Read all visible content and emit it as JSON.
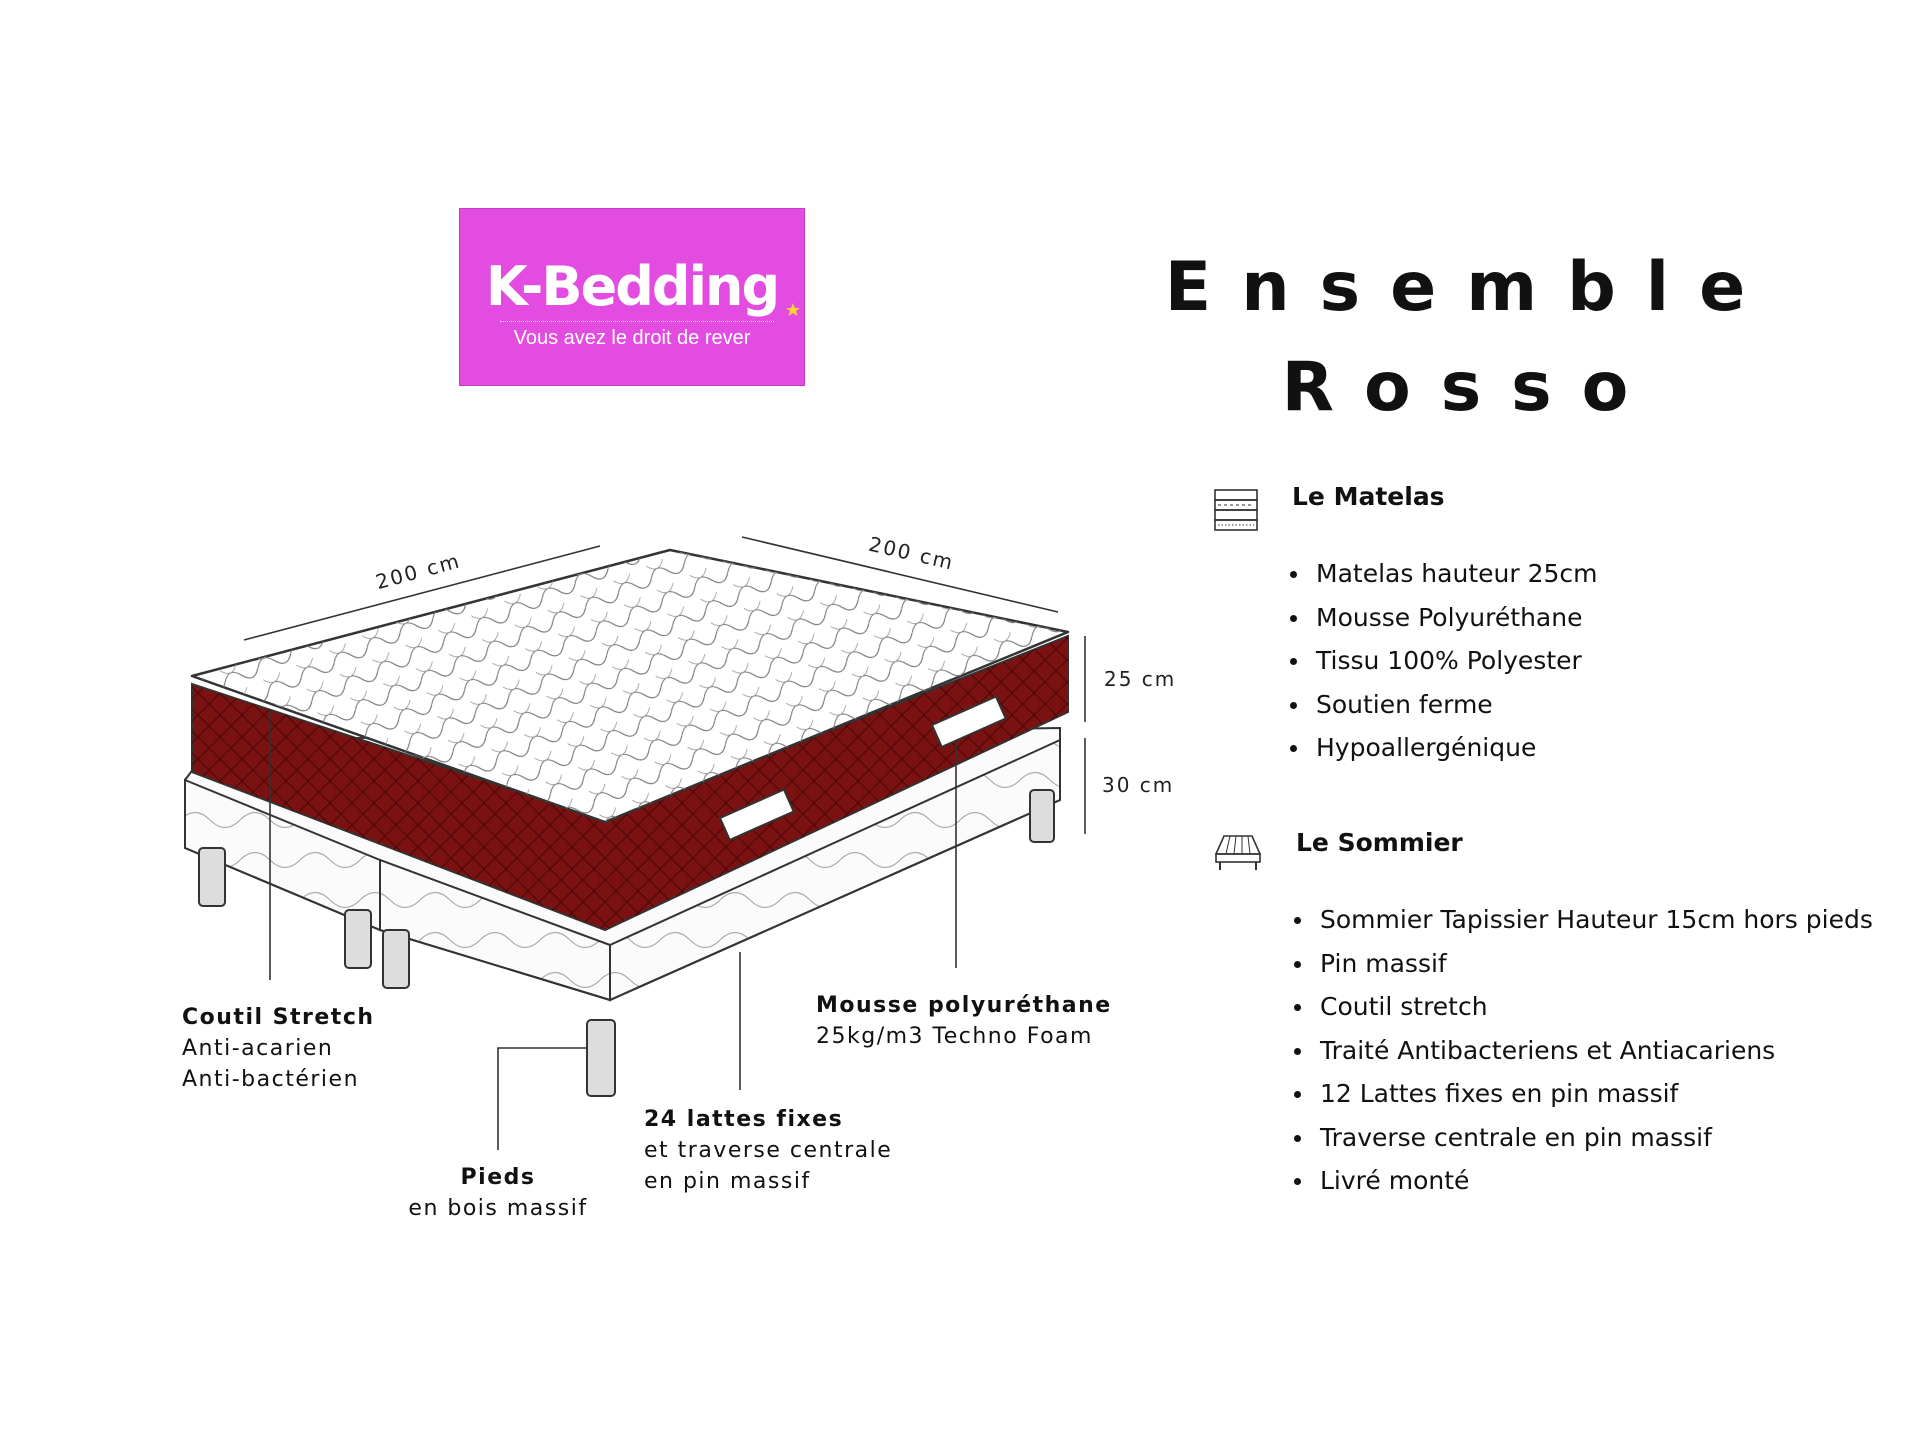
{
  "logo": {
    "brand": "K-Bedding",
    "tagline": "Vous avez le droit de rever"
  },
  "title": {
    "line1": "Ensemble",
    "line2": "Rosso"
  },
  "matelas": {
    "heading": "Le Matelas",
    "items": [
      "Matelas hauteur 25cm",
      "Mousse Polyuréthane",
      "Tissu 100% Polyester",
      "Soutien ferme",
      "Hypoallergénique"
    ]
  },
  "sommier": {
    "heading": "Le Sommier",
    "items": [
      "Sommier Tapissier Hauteur 15cm hors pieds",
      "Pin massif",
      "Coutil stretch",
      "Traité Antibacteriens et Antiacariens",
      "12 Lattes fixes en pin massif",
      "Traverse centrale en pin massif",
      "Livré monté"
    ]
  },
  "dimensions": {
    "length": "200 cm",
    "width": "200 cm",
    "mattress_height": "25 cm",
    "base_height": "30 cm"
  },
  "callouts": {
    "coutil": {
      "title": "Coutil Stretch",
      "line1": "Anti-acarien",
      "line2": "Anti-bactérien"
    },
    "mousse": {
      "title": "Mousse polyuréthane",
      "line1": "25kg/m3 Techno Foam"
    },
    "lattes": {
      "title": "24 lattes fixes",
      "line1": "et traverse centrale",
      "line2": "en pin massif"
    },
    "pieds": {
      "title": "Pieds",
      "line1": "en bois massif"
    }
  },
  "colors": {
    "logo_bg": "#e34ce0",
    "mattress_side": "#7a1212",
    "text": "#111111"
  }
}
